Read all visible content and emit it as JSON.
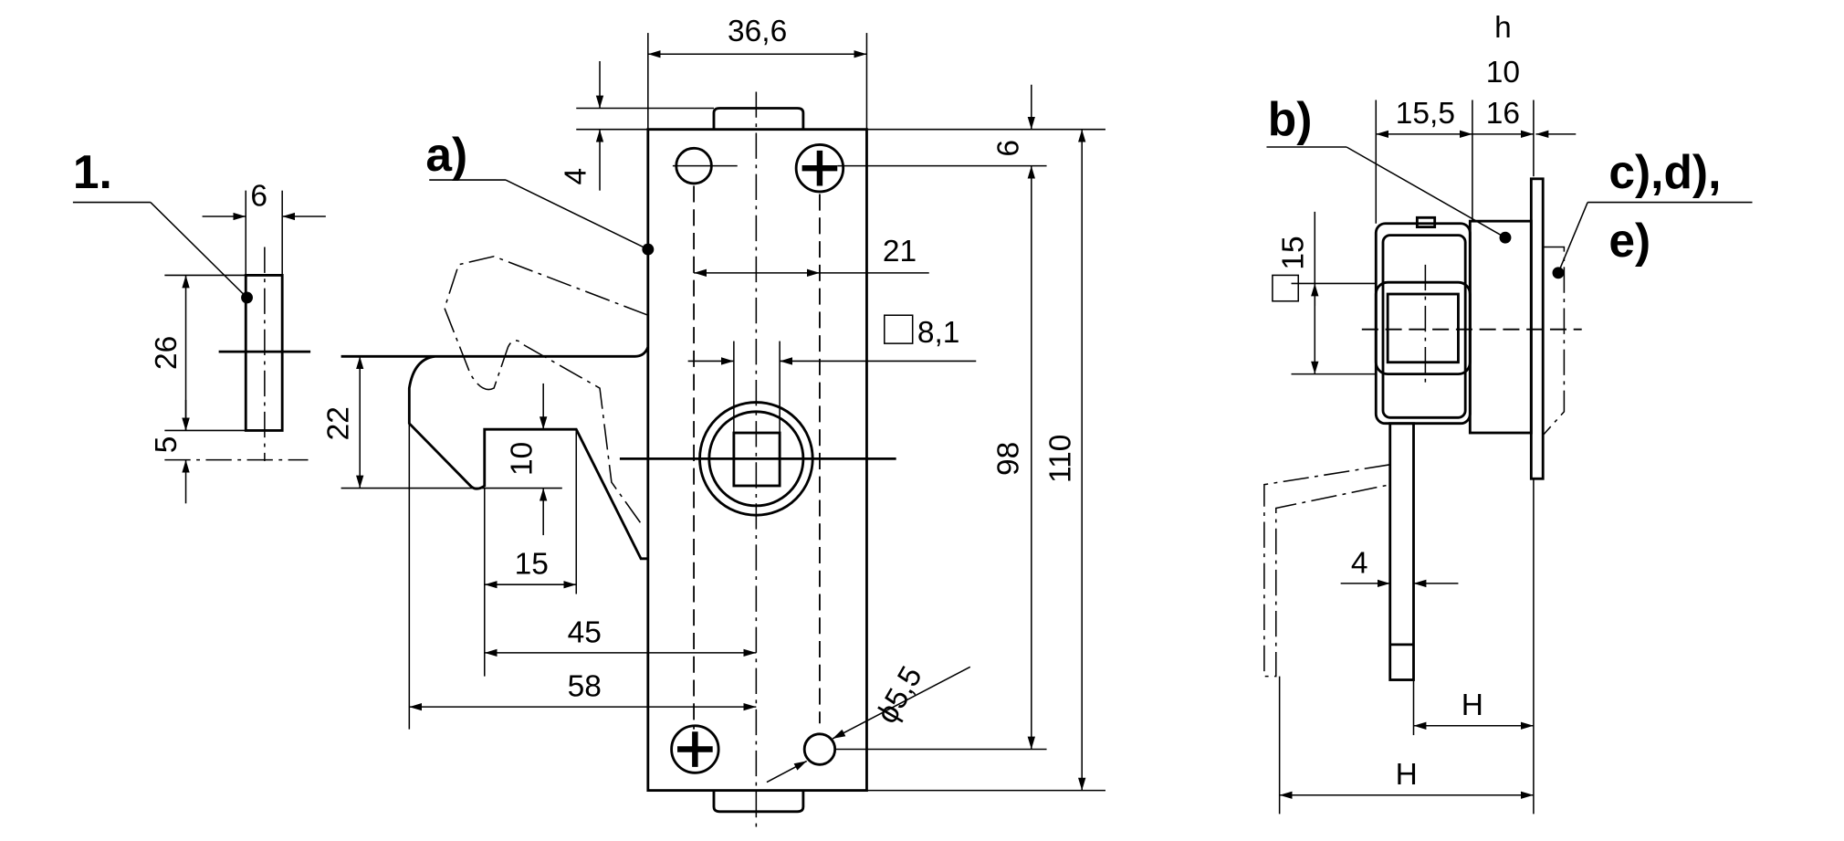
{
  "labels": {
    "item1": "1.",
    "a": "a)",
    "b": "b)",
    "cde_1": "c),d),",
    "cde_2": "e)"
  },
  "dimensions": {
    "width_36_6": "36,6",
    "d4": "4",
    "d6": "6",
    "d21": "21",
    "sq8_1": "8,1",
    "d98": "98",
    "d110": "110",
    "d22": "22",
    "d10": "10",
    "d15": "15",
    "d45": "45",
    "d58": "58",
    "phi5_5": "ϕ5,5",
    "item1_w6": "6",
    "item1_h26": "26",
    "item1_h5": "5",
    "h": "h",
    "h10": "10",
    "h16": "16",
    "d15_5": "15,5",
    "sq15": "15",
    "side4": "4",
    "H1": "H",
    "H2": "H"
  }
}
